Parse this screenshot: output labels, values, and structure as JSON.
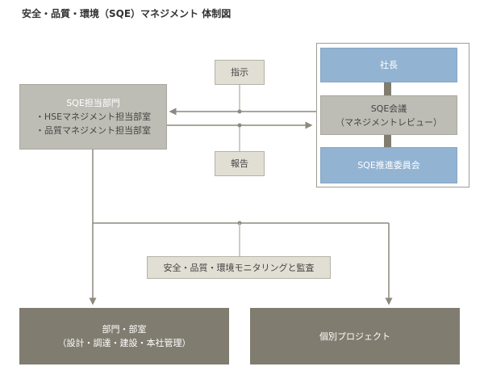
{
  "title": "安全・品質・環境（SQE）マネジメント 体制図",
  "sqe_department": {
    "heading": "SQE担当部門",
    "items": [
      "・HSEマネジメント担当部室",
      "・品質マネジメント担当部室"
    ]
  },
  "instruction_label": "指示",
  "report_label": "報告",
  "management_frame": {
    "president": "社長",
    "sqe_meeting_line1": "SQE会議",
    "sqe_meeting_line2": "（マネジメントレビュー）",
    "sqe_committee": "SQE推進委員会"
  },
  "monitoring_label": "安全・品質・環境モニタリングと監査",
  "divisions": {
    "line1": "部門・部室",
    "line2": "（設計・調達・建設・本社管理）"
  },
  "projects": "個別プロジェクト",
  "colors": {
    "line": "#8c897e",
    "blue": "#93b3d2",
    "gray_box": "#bebdb5",
    "label_box": "#e1ded3",
    "dark_box": "#807c6f"
  }
}
